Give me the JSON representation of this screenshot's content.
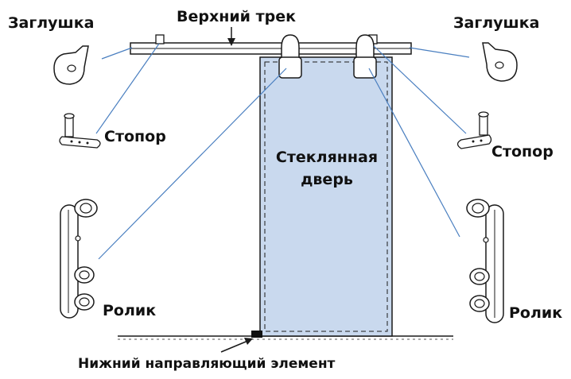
{
  "labels": {
    "top_track": "Верхний трек",
    "end_cap_left": "Заглушка",
    "end_cap_right": "Заглушка",
    "stopper_left": "Стопор",
    "stopper_right": "Стопор",
    "door_line1": "Стеклянная",
    "door_line2": "дверь",
    "roller_left": "Ролик",
    "roller_right": "Ролик",
    "bottom_guide": "Нижний направляющий элемент"
  },
  "colors": {
    "line": "#1a1a1a",
    "leader": "#4a7fc0",
    "glass": "#c9d9ee"
  }
}
